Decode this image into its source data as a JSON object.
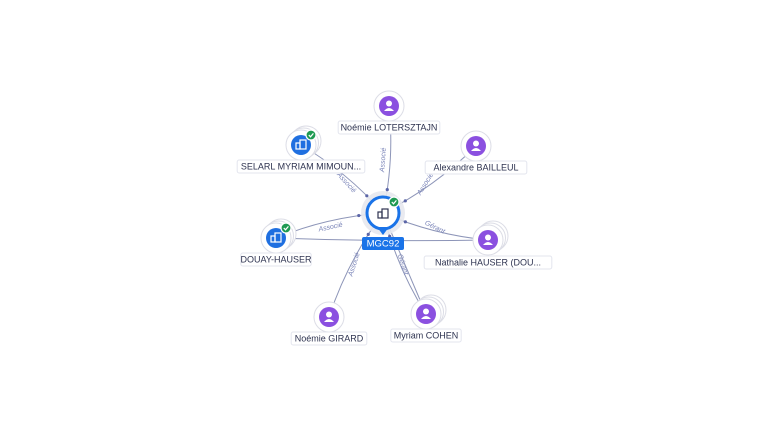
{
  "center": {
    "label": "MGC92",
    "color": "#1a73e8",
    "type": "company",
    "verified": true
  },
  "nodes": [
    {
      "id": "n1",
      "label": "Noémie LOTERSZTAJN",
      "type": "person",
      "edge_label": "Associé"
    },
    {
      "id": "n2",
      "label": "Alexandre BAILLEUL",
      "type": "person",
      "edge_label": "Associé"
    },
    {
      "id": "n3",
      "label": "SELARL MYRIAM MIMOUN...",
      "type": "company",
      "verified": true,
      "edge_label": "Associé"
    },
    {
      "id": "n4",
      "label": "DOUAY-HAUSER",
      "type": "company",
      "verified": true,
      "edge_label": "Associé"
    },
    {
      "id": "n5",
      "label": "Nathalie HAUSER (DOU...",
      "type": "person",
      "edge_label": "Gérant"
    },
    {
      "id": "n6",
      "label": "Noémie GIRARD",
      "type": "person",
      "edge_label": "Associé"
    },
    {
      "id": "n7",
      "label": "Myriam COHEN",
      "type": "person",
      "edge_label": "Gérant"
    }
  ],
  "extra_edge_labels": [
    "Gérant"
  ],
  "colors": {
    "person": "#8b50e0",
    "company": "#1f6fe0",
    "verified": "#1f9a53",
    "edge": "#8d95b8",
    "edge_label": "#7a84b8"
  }
}
